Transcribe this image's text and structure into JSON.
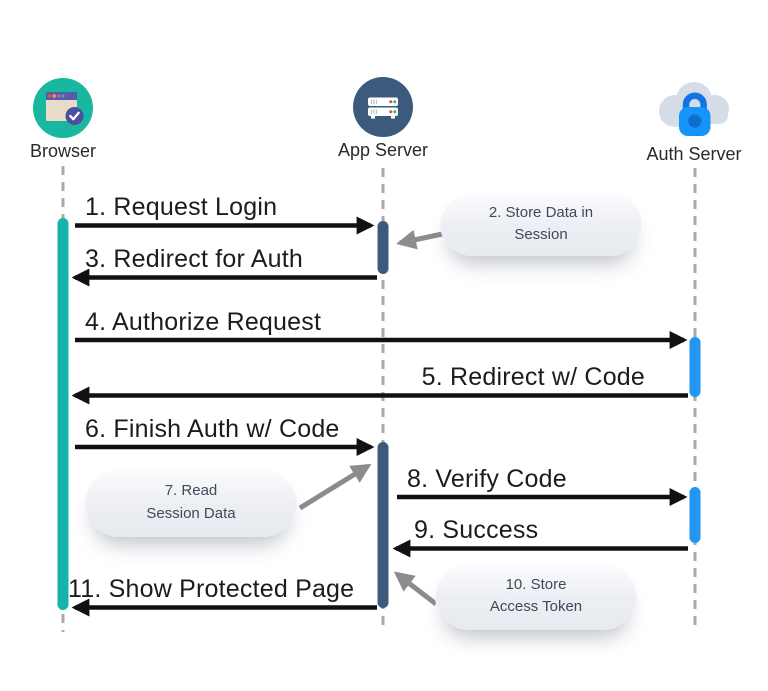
{
  "diagram_type": "sequence-diagram",
  "actors": [
    {
      "label": "Browser"
    },
    {
      "label": "App Server"
    },
    {
      "label": "Auth Server"
    }
  ],
  "messages": [
    {
      "label": "1. Request Login",
      "from": "Browser",
      "to": "App Server"
    },
    {
      "label": "3. Redirect for Auth",
      "from": "App Server",
      "to": "Browser"
    },
    {
      "label": "4. Authorize Request",
      "from": "Browser",
      "to": "Auth Server"
    },
    {
      "label": "5. Redirect w/ Code",
      "from": "Auth Server",
      "to": "Browser"
    },
    {
      "label": "6. Finish Auth w/ Code",
      "from": "Browser",
      "to": "App Server"
    },
    {
      "label": "8. Verify Code",
      "from": "App Server",
      "to": "Auth Server"
    },
    {
      "label": "9. Success",
      "from": "Auth Server",
      "to": "App Server"
    },
    {
      "label": "11. Show Protected Page",
      "from": "App Server",
      "to": "Browser"
    }
  ],
  "notes": [
    {
      "line1": "2. Store Data in",
      "line2": "Session",
      "target": "App Server"
    },
    {
      "line1": "7. Read",
      "line2": "Session Data",
      "target": "App Server"
    },
    {
      "line1": "10. Store",
      "line2": "Access Token",
      "target": "App Server"
    }
  ],
  "icons": [
    "browser-window-check-icon",
    "server-rack-icon",
    "cloud-lock-icon"
  ],
  "colors": {
    "browser_activation": "#14b3ae",
    "app_activation": "#3c5a7c",
    "auth_activation": "#2196f3",
    "lifeline": "#a8a8a8",
    "message_arrow": "#111111",
    "note_arrow": "#8c8c8c",
    "browser_icon_bg": "#17b89f",
    "browser_window_body": "#e7dcc7",
    "browser_window_bar": "#585ca8",
    "browser_badge": "#4c4f9f",
    "app_icon_bg": "#3c5a7c",
    "cloud": "#d5dde9",
    "lock_body": "#1495f7",
    "lock_shackle": "#1273e6",
    "lock_keyhole": "#0d6fcb",
    "note_text": "#3d4a5a",
    "label_text": "#1c1c1c"
  }
}
